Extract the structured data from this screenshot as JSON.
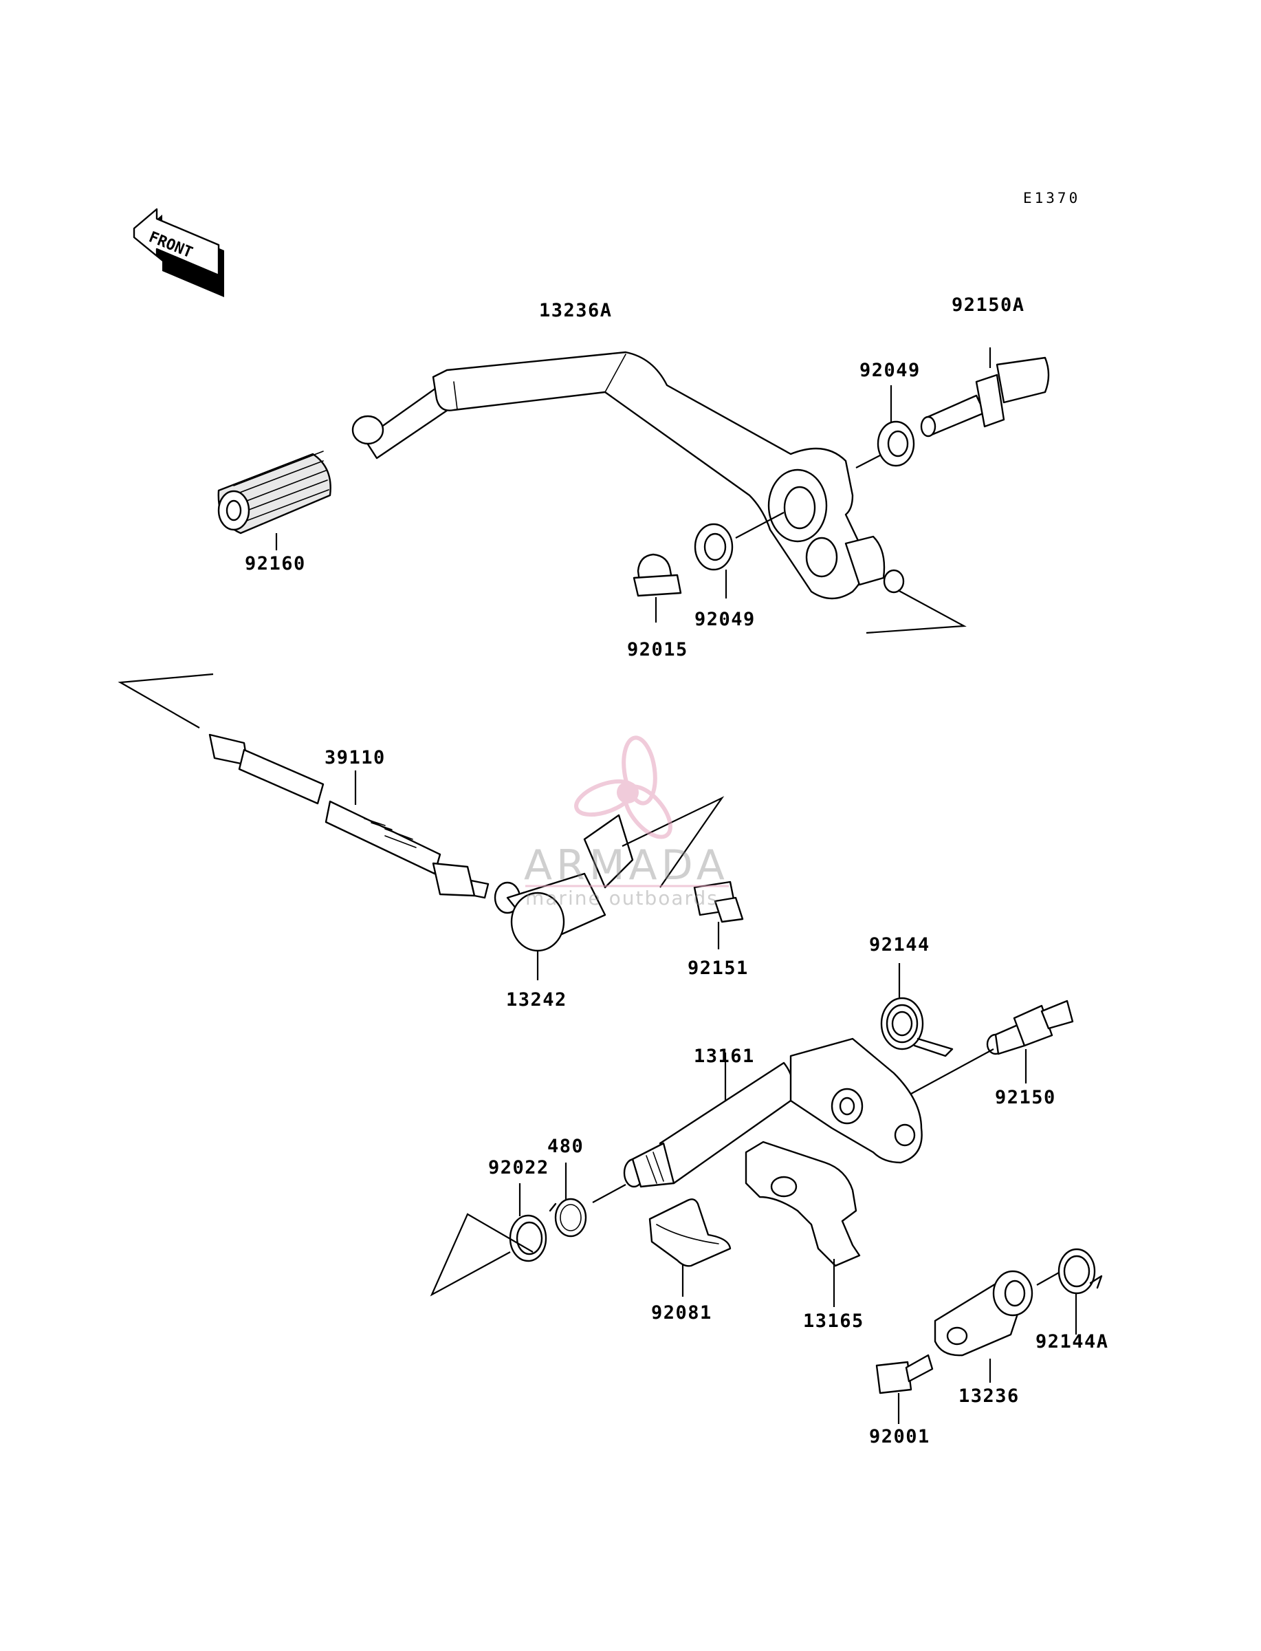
{
  "diagram_code": "E1370",
  "front_indicator": "FRONT",
  "watermark": {
    "title": "ARMADA",
    "subtitle": "marine outboards",
    "accent_color": "#e4a1bc"
  },
  "parts": [
    {
      "id": "p13236A",
      "label": "13236A"
    },
    {
      "id": "p92150A",
      "label": "92150A"
    },
    {
      "id": "p92049a",
      "label": "92049"
    },
    {
      "id": "p92160",
      "label": "92160"
    },
    {
      "id": "p92049b",
      "label": "92049"
    },
    {
      "id": "p92015",
      "label": "92015"
    },
    {
      "id": "p39110",
      "label": "39110"
    },
    {
      "id": "p92151",
      "label": "92151"
    },
    {
      "id": "p13242",
      "label": "13242"
    },
    {
      "id": "p92144",
      "label": "92144"
    },
    {
      "id": "p13161",
      "label": "13161"
    },
    {
      "id": "p92150",
      "label": "92150"
    },
    {
      "id": "p480",
      "label": "480"
    },
    {
      "id": "p92022",
      "label": "92022"
    },
    {
      "id": "p92081",
      "label": "92081"
    },
    {
      "id": "p13165",
      "label": "13165"
    },
    {
      "id": "p92144A",
      "label": "92144A"
    },
    {
      "id": "p13236",
      "label": "13236"
    },
    {
      "id": "p92001",
      "label": "92001"
    }
  ]
}
